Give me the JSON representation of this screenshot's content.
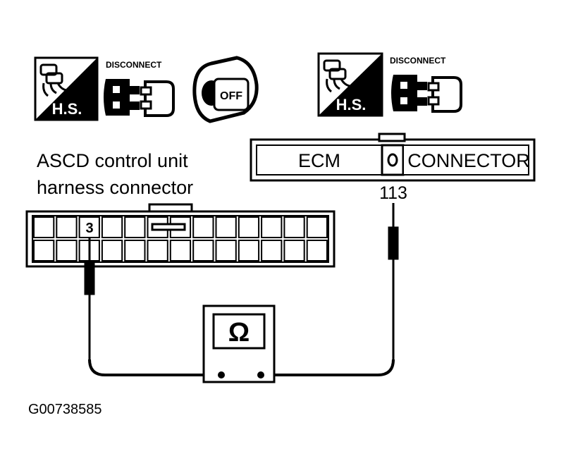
{
  "icons": {
    "left_group": {
      "hs_label": "H.S.",
      "disconnect_label": "DISCONNECT",
      "off_label": "OFF"
    },
    "right_group": {
      "hs_label": "H.S.",
      "disconnect_label": "DISCONNECT"
    }
  },
  "ecm_connector": {
    "ecm_label": "ECM",
    "connector_label": "CONNECTOR",
    "terminal": "113"
  },
  "ascd_connector": {
    "label_line1": "ASCD control unit",
    "label_line2": "harness connector",
    "terminal": "3"
  },
  "ohmmeter": {
    "symbol": "Ω"
  },
  "figure_id": "G00738585"
}
